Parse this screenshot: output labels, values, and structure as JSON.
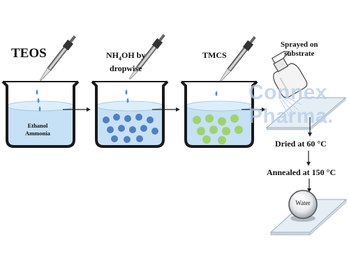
{
  "steps": {
    "teos": "TEOS",
    "nh4oh_line1": "NH",
    "nh4oh_sub": "4",
    "nh4oh_line1_rest": "OH by",
    "nh4oh_line2": "dropwise",
    "tmcs": "TMCS",
    "sprayed_line1": "Sprayed on",
    "sprayed_line2": "substrate",
    "dried": "Dried at 60 °C",
    "annealed": "Annealed  at 150 °C"
  },
  "beaker1": {
    "line1": "Ethanol",
    "line2": "Ammonia"
  },
  "water_drop": "Water",
  "watermark": {
    "line1": "Connex",
    "line2": "Pharma."
  },
  "colors": {
    "liquid": "#c6e0f5",
    "liquid_surface": "#dbeefa",
    "blue_particles": "#4f7fc4",
    "green_particles": "#9fd36a",
    "drop": "#4a90d9",
    "watermark": "#b5cdea"
  }
}
